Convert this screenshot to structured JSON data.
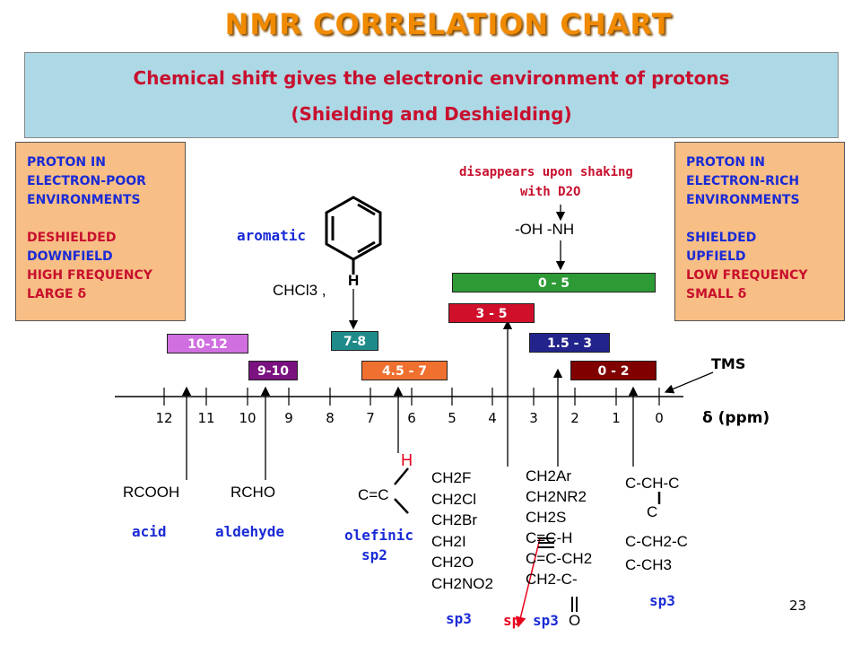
{
  "title": "NMR CORRELATION CHART",
  "banner": {
    "line1": "Chemical shift gives the electronic environment of protons",
    "line2": "(Shielding and Deshielding)"
  },
  "left_box": {
    "lines": [
      "PROTON IN",
      "ELECTRON-POOR",
      "ENVIRONMENTS",
      "",
      "DESHIELDED",
      "DOWNFIELD",
      "HIGH FREQUENCY",
      "LARGE δ"
    ]
  },
  "right_box": {
    "lines": [
      "PROTON IN",
      "ELECTRON-RICH",
      "ENVIRONMENTS",
      "",
      "SHIELDED",
      "UPFIELD",
      "LOW FREQUENCY",
      "SMALL δ"
    ]
  },
  "ranges": [
    {
      "label": "10-12",
      "color": "#d070e0"
    },
    {
      "label": "9-10",
      "color": "#7a1280"
    },
    {
      "label": "7-8",
      "color": "#1f8a8a"
    },
    {
      "label": "4.5 - 7",
      "color": "#f07030"
    },
    {
      "label": "3 - 5",
      "color": "#d0102a"
    },
    {
      "label": "0 - 5",
      "color": "#2e9a35"
    },
    {
      "label": "1.5 - 3",
      "color": "#23238c"
    },
    {
      "label": "0 - 2",
      "color": "#800000"
    }
  ],
  "axis": {
    "ticks": [
      "12",
      "11",
      "10",
      "9",
      "8",
      "7",
      "6",
      "5",
      "4",
      "3",
      "2",
      "1",
      "0"
    ],
    "unit_label": "δ (ppm)",
    "tms": "TMS"
  },
  "aromatic": {
    "label": "aromatic",
    "chcl3": "CHCl3 ,",
    "h": "H"
  },
  "d2o": {
    "line1": "disappears upon shaking",
    "line2": "with D2O",
    "oh_nh": "-OH  -NH"
  },
  "groups": {
    "acid_formula": "RCOOH",
    "acid_label": "acid",
    "aldehyde_formula": "RCHO",
    "aldehyde_label": "aldehyde",
    "olefinic_formula": "C=C",
    "olefinic_h": "H",
    "olefinic_label": "olefinic",
    "olefinic_hyb": "sp2",
    "halide_list": [
      "CH2F",
      "CH2Cl",
      "CH2Br",
      "CH2I",
      "CH2O",
      "CH2NO2"
    ],
    "halide_hyb": "sp3",
    "middle_list": [
      "CH2Ar",
      "CH2NR2",
      "CH2S",
      "C≡C-H",
      "C=C-CH2",
      "CH2-C-",
      "O"
    ],
    "middle_hyb_sp": "sp",
    "middle_hyb_sp3": "sp3",
    "alkyl_list": [
      "C-CH-C",
      "C",
      "C-CH2-C",
      "C-CH3"
    ],
    "alkyl_hyb": "sp3"
  },
  "page_number": "23"
}
